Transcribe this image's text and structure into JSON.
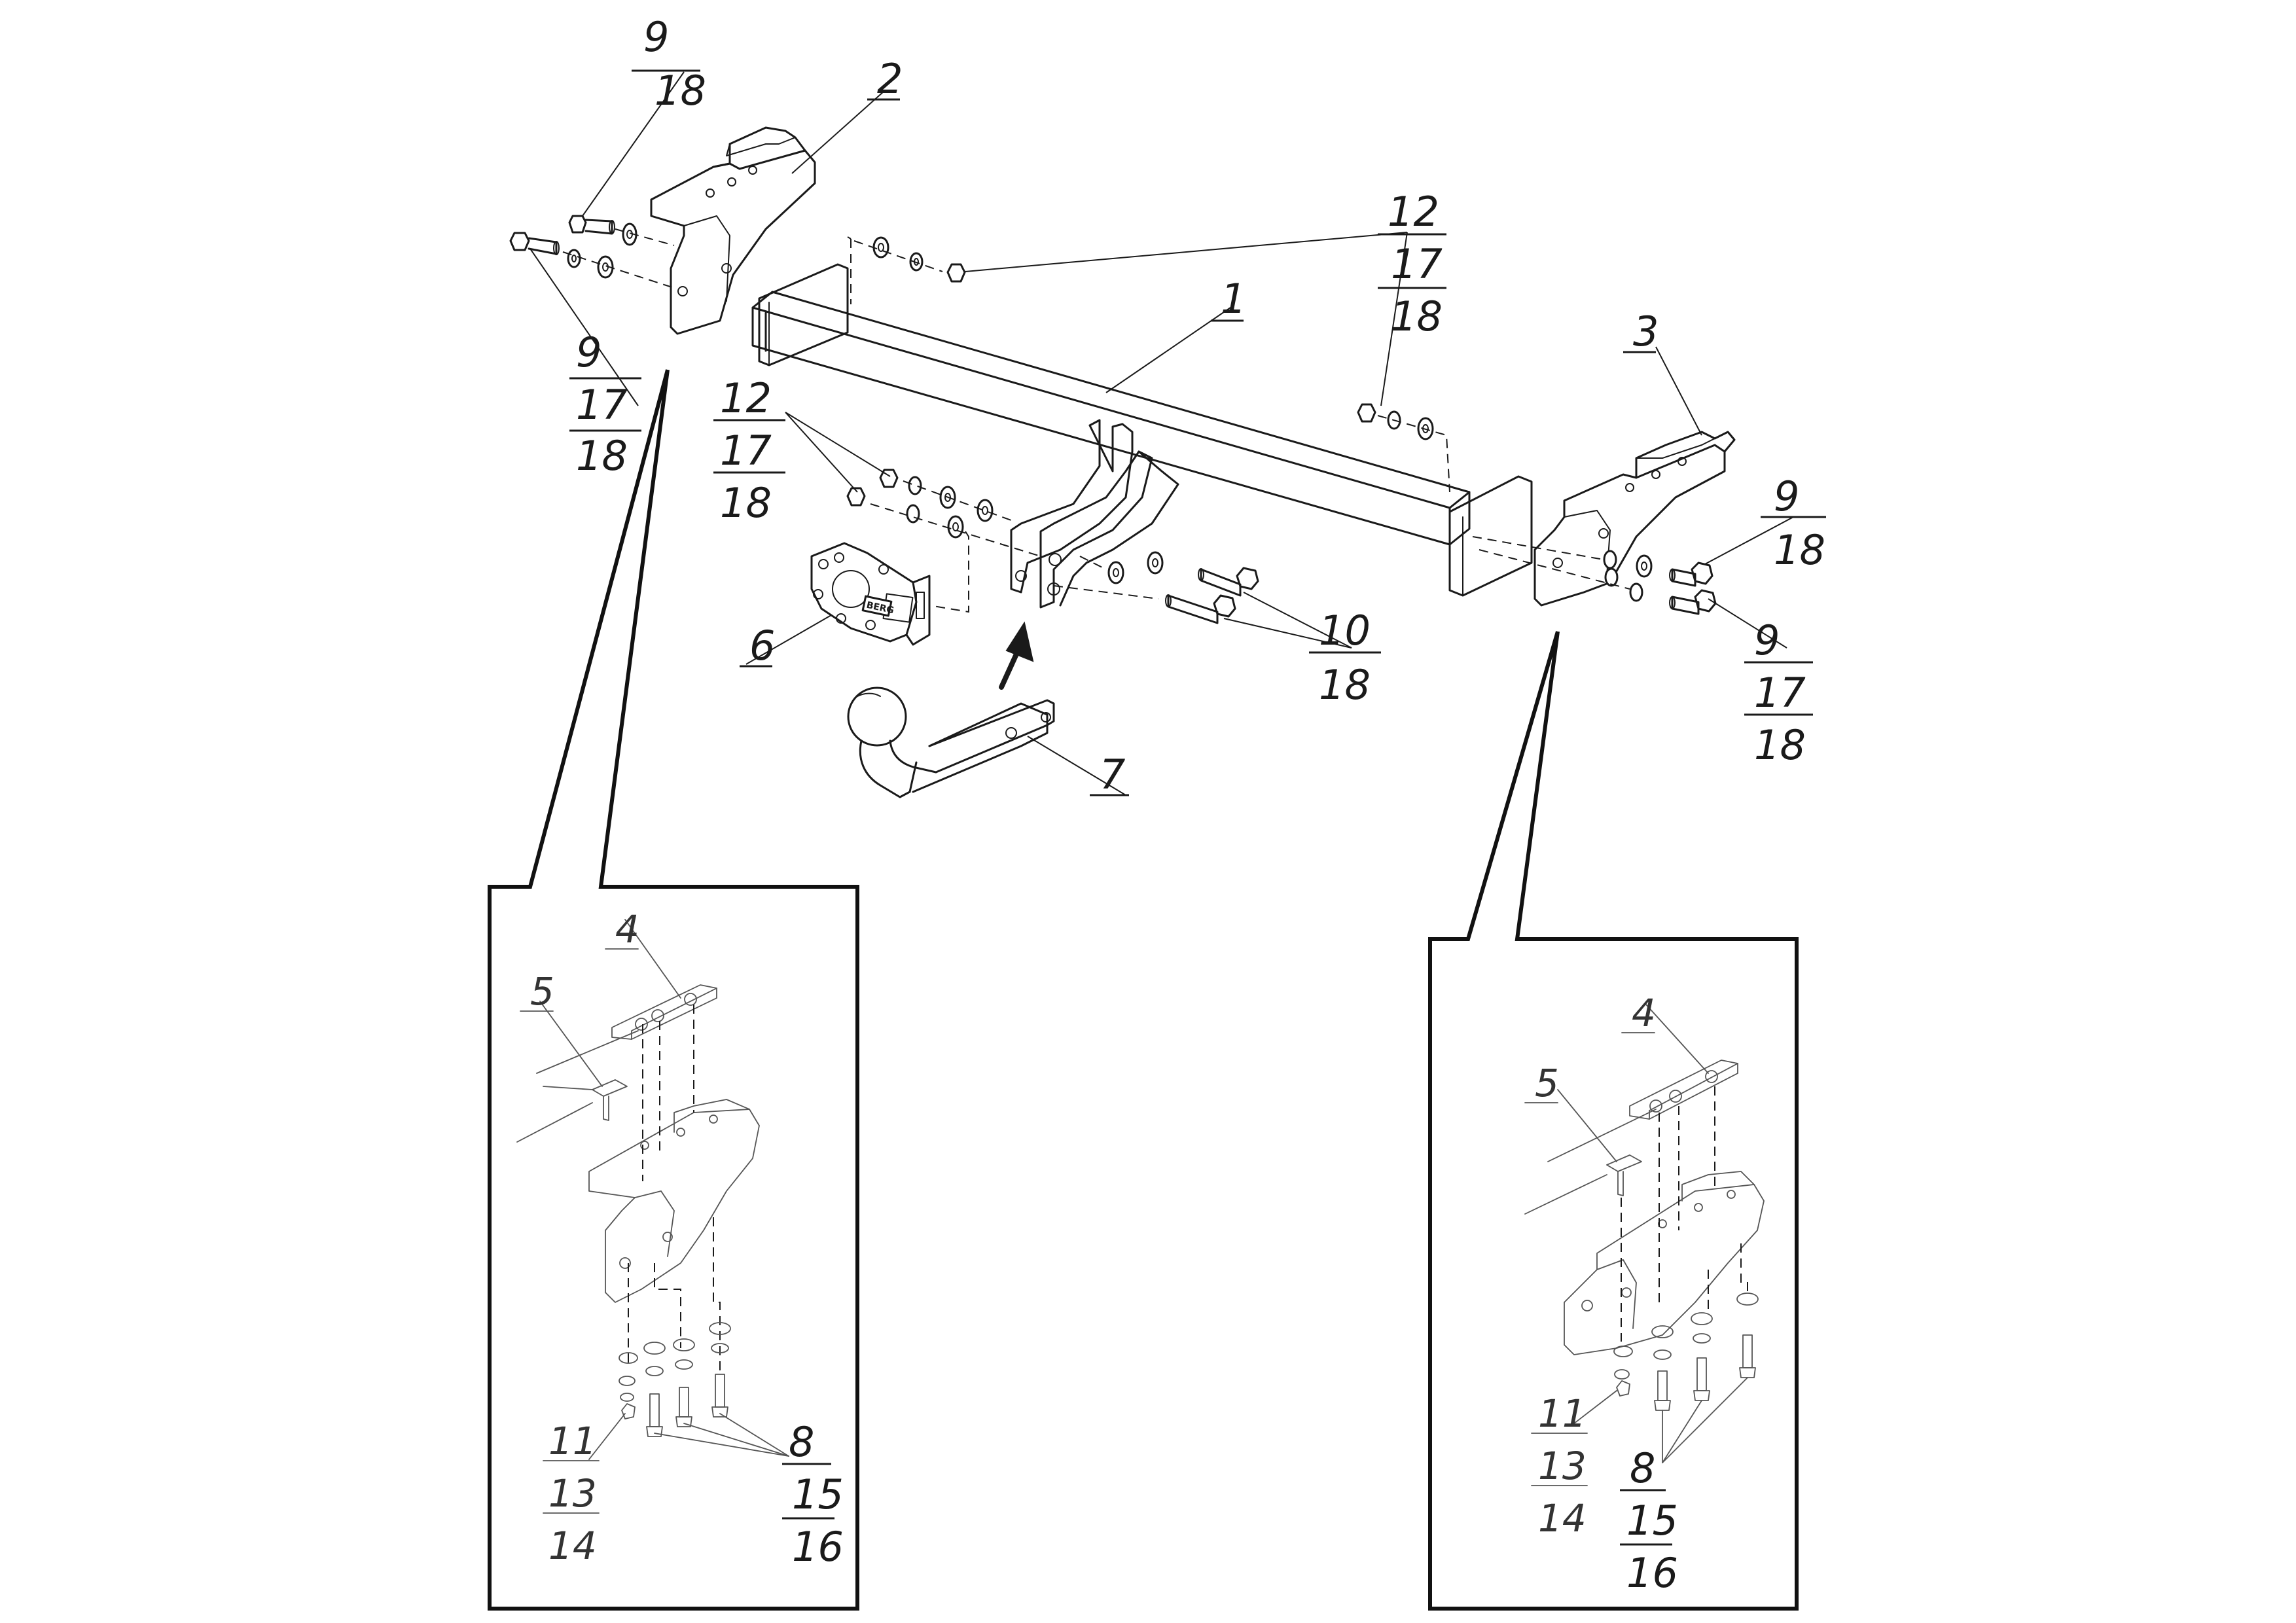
{
  "main_labels": {
    "bolt_top_a": "9",
    "bolt_top_b": "18",
    "bracket_left": "2",
    "bolt_left_a": "9",
    "bolt_left_b": "17",
    "bolt_left_c": "18",
    "nut_top_a": "12",
    "nut_top_b": "17",
    "nut_top_c": "18",
    "beam": "1",
    "bracket_right": "3",
    "nut_mid_a": "12",
    "nut_mid_b": "17",
    "nut_mid_c": "18",
    "bolt_right1_a": "9",
    "bolt_right1_b": "18",
    "bolt_right2_a": "9",
    "bolt_right2_b": "17",
    "bolt_right2_c": "18",
    "socket_plate": "6",
    "long_bolts_a": "10",
    "long_bolts_b": "18",
    "tow_ball": "7",
    "socket_brand": "BERG"
  },
  "left_inset": {
    "plate": "4",
    "stud": "5",
    "nut_a": "11",
    "nut_b": "13",
    "nut_c": "14",
    "bolts_a": "8",
    "bolts_b": "15",
    "bolts_c": "16"
  },
  "right_inset": {
    "plate": "4",
    "stud": "5",
    "nut_a": "11",
    "nut_b": "13",
    "nut_c": "14",
    "bolts_a": "8",
    "bolts_b": "15",
    "bolts_c": "16"
  }
}
